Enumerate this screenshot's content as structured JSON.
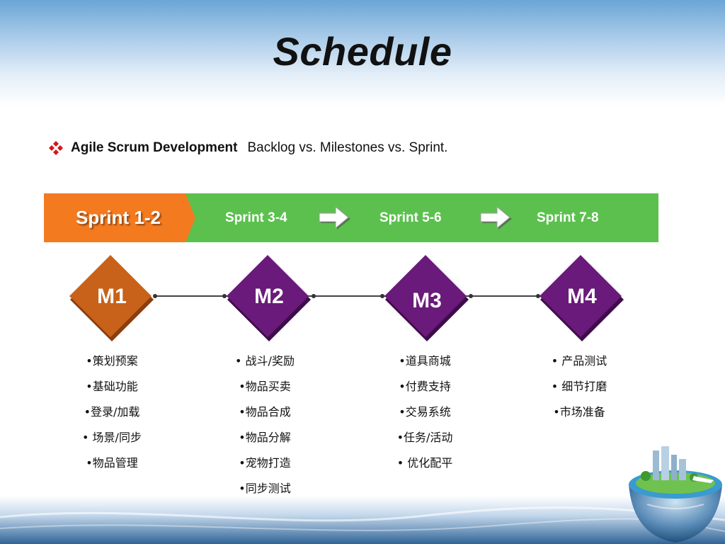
{
  "slide": {
    "title": "Schedule",
    "bullet": {
      "icon": "diamond-cluster-icon",
      "bold_text": "Agile Scrum Development",
      "text": "Backlog vs. Milestones vs. Sprint."
    }
  },
  "sprints": {
    "first": "Sprint 1-2",
    "items": [
      "Sprint 3-4",
      "Sprint 5-6",
      "Sprint 7-8"
    ],
    "arrow_icon": "right-arrow-icon"
  },
  "milestones": [
    {
      "label": "M1",
      "tasks": [
        "•策划预案",
        "•基础功能",
        "•登录/加载",
        "• 场景/同步",
        "•物品管理"
      ]
    },
    {
      "label": "M2",
      "tasks": [
        "• 战斗/奖励",
        "•物品买卖",
        "•物品合成",
        "•物品分解",
        "•宠物打造",
        "•同步测试"
      ]
    },
    {
      "label": "M3",
      "tasks": [
        "•道具商城",
        "•付费支持",
        "•交易系统",
        "•任务/活动",
        "• 优化配平"
      ]
    },
    {
      "label": "M4",
      "tasks": [
        "• 产品测试",
        "• 细节打磨",
        "•市场准备"
      ]
    }
  ],
  "colors": {
    "sprint_active": "#f47a20",
    "sprint_bar": "#5cc04f",
    "milestone_m1": "#c8621a",
    "milestone_other": "#6a1a7a"
  },
  "decoration": {
    "globe_icon": "globe-city-icon"
  }
}
